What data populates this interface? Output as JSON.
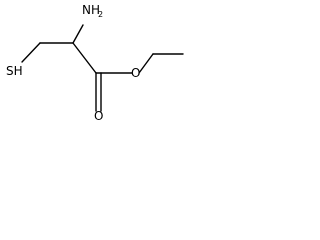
{
  "structure": {
    "labels": {
      "amine_main": "NH",
      "amine_subscript": "2",
      "thiol": "SH",
      "ester_carbonyl_oxygen": "O",
      "ester_oxygen": "O"
    },
    "colors": {
      "bond": "#000000",
      "text": "#000000",
      "background": "#ffffff"
    }
  }
}
